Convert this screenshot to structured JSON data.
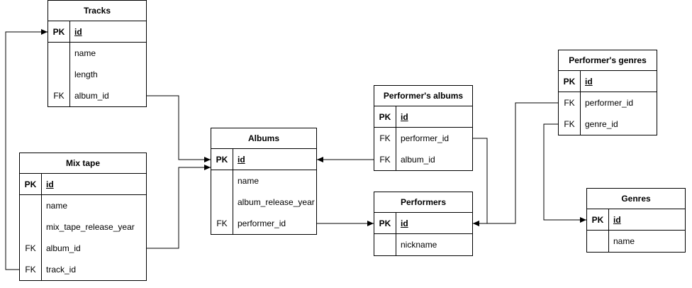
{
  "tables": [
    {
      "id": "tracks",
      "title": "Tracks",
      "fields": [
        {
          "key": "PK",
          "name": "id"
        },
        {
          "key": "",
          "name": "name"
        },
        {
          "key": "",
          "name": "length"
        },
        {
          "key": "FK",
          "name": "album_id"
        }
      ]
    },
    {
      "id": "mixtape",
      "title": "Mix tape",
      "fields": [
        {
          "key": "PK",
          "name": "id"
        },
        {
          "key": "",
          "name": "name"
        },
        {
          "key": "",
          "name": "mix_tape_release_year"
        },
        {
          "key": "FK",
          "name": "album_id"
        },
        {
          "key": "FK",
          "name": "track_id"
        }
      ]
    },
    {
      "id": "albums",
      "title": "Albums",
      "fields": [
        {
          "key": "PK",
          "name": "id"
        },
        {
          "key": "",
          "name": "name"
        },
        {
          "key": "",
          "name": "album_release_year"
        },
        {
          "key": "FK",
          "name": "performer_id"
        }
      ]
    },
    {
      "id": "perf_albums",
      "title": "Performer's albums",
      "fields": [
        {
          "key": "PK",
          "name": "id"
        },
        {
          "key": "FK",
          "name": "performer_id"
        },
        {
          "key": "FK",
          "name": "album_id"
        }
      ]
    },
    {
      "id": "performers",
      "title": "Performers",
      "fields": [
        {
          "key": "PK",
          "name": "id"
        },
        {
          "key": "",
          "name": "nickname"
        }
      ]
    },
    {
      "id": "perf_genres",
      "title": "Performer's genres",
      "fields": [
        {
          "key": "PK",
          "name": "id"
        },
        {
          "key": "FK",
          "name": "performer_id"
        },
        {
          "key": "FK",
          "name": "genre_id"
        }
      ]
    },
    {
      "id": "genres",
      "title": "Genres",
      "fields": [
        {
          "key": "PK",
          "name": "id"
        },
        {
          "key": "",
          "name": "name"
        }
      ]
    }
  ],
  "relations": [
    {
      "from": "tracks.album_id",
      "to": "albums.id"
    },
    {
      "from": "mixtape.album_id",
      "to": "albums.id"
    },
    {
      "from": "mixtape.track_id",
      "to": "tracks.id"
    },
    {
      "from": "albums.performer_id",
      "to": "performers.id"
    },
    {
      "from": "perf_albums.album_id",
      "to": "albums.id"
    },
    {
      "from": "perf_albums.performer_id",
      "to": "performers.id"
    },
    {
      "from": "perf_genres.performer_id",
      "to": "performers.id"
    },
    {
      "from": "perf_genres.genre_id",
      "to": "genres.id"
    }
  ],
  "colors": {
    "line": "#000000",
    "background": "#ffffff"
  }
}
